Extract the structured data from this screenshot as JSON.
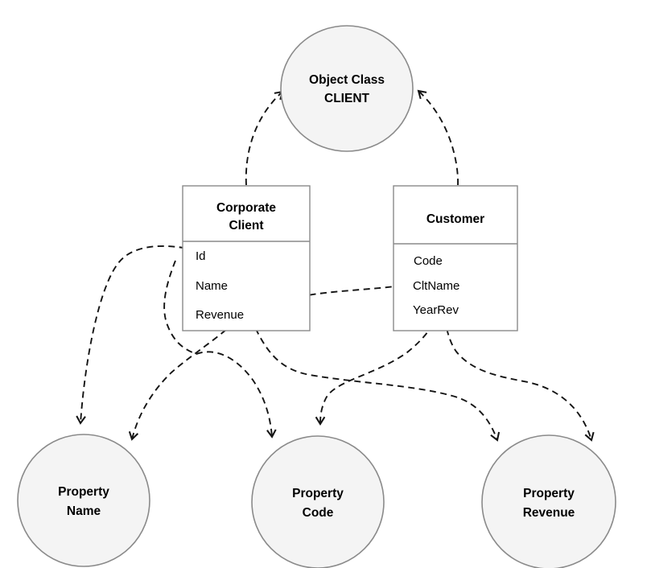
{
  "diagram": {
    "client_circle": {
      "line1": "Object Class",
      "line2": "CLIENT"
    },
    "tables": {
      "corporate_client": {
        "title_line1": "Corporate",
        "title_line2": "Client",
        "attributes": [
          "Id",
          "Name",
          "Revenue"
        ]
      },
      "customer": {
        "title": "Customer",
        "attributes": [
          "Code",
          "CltName",
          "YearRev"
        ]
      }
    },
    "properties": {
      "name": {
        "line1": "Property",
        "line2": "Name"
      },
      "code": {
        "line1": "Property",
        "line2": "Code"
      },
      "revenue": {
        "line1": "Property",
        "line2": "Revenue"
      }
    },
    "edges": [
      {
        "from": "Corporate Client",
        "to": "Object Class CLIENT"
      },
      {
        "from": "Customer",
        "to": "Object Class CLIENT"
      },
      {
        "from": "Corporate Client.Name",
        "to": "Property Name"
      },
      {
        "from": "Corporate Client.Id",
        "to": "Property Code"
      },
      {
        "from": "Corporate Client.Revenue",
        "to": "Property Revenue"
      },
      {
        "from": "Customer.CltName",
        "to": "Property Name"
      },
      {
        "from": "Customer.Code",
        "to": "Property Code"
      },
      {
        "from": "Customer.YearRev",
        "to": "Property Revenue"
      }
    ],
    "colors": {
      "background": "#ffffff",
      "node_fill": "#f4f4f4",
      "node_border": "#8a8a8a",
      "edge": "#141414",
      "text": "#000000"
    }
  }
}
